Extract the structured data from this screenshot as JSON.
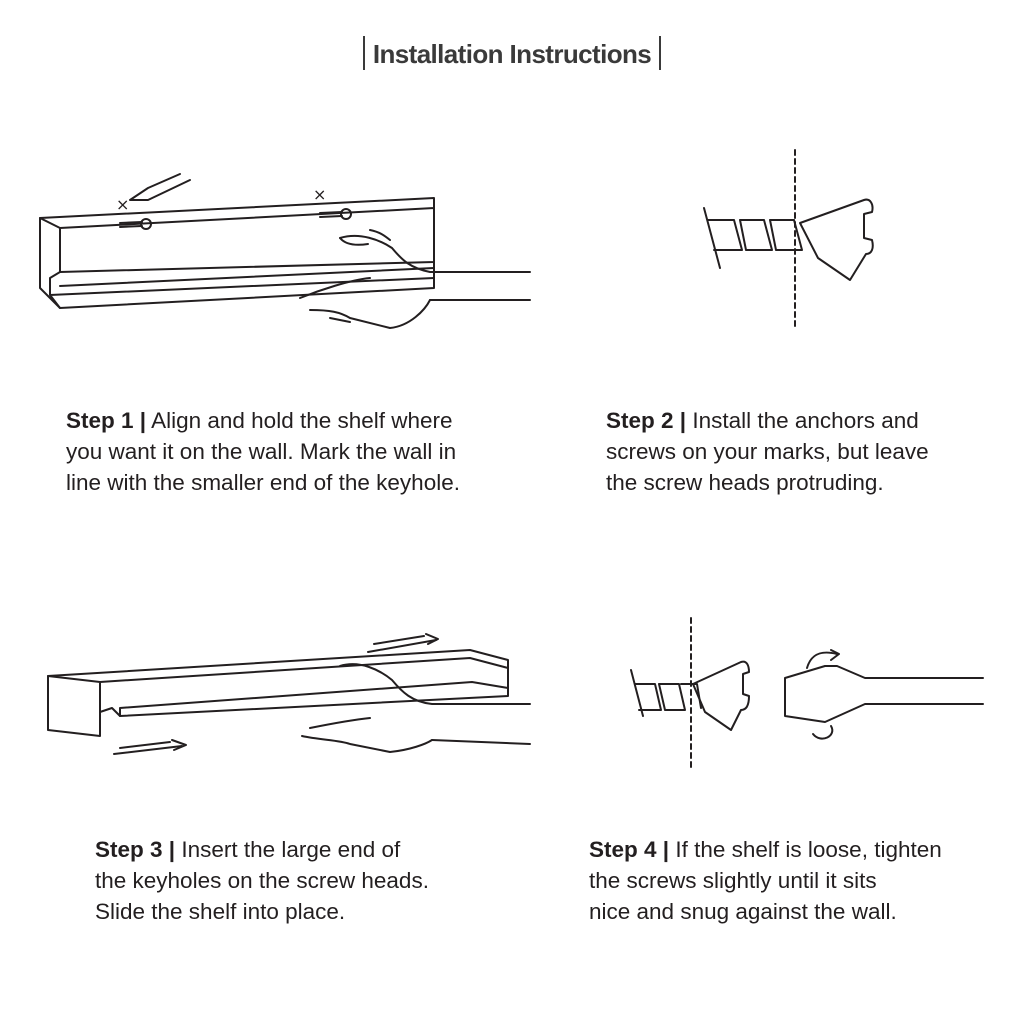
{
  "header": {
    "title": "Installation Instructions"
  },
  "steps": [
    {
      "label": "Step 1 |",
      "lines": [
        "Align and hold the shelf where",
        "you want it on the wall. Mark the wall in",
        "line with the smaller end of the keyhole."
      ]
    },
    {
      "label": "Step 2 |",
      "lines": [
        "Install the anchors and",
        "screws on your marks, but leave",
        "the screw heads protruding."
      ]
    },
    {
      "label": "Step 3 |",
      "lines": [
        "Insert the large end of",
        "the keyholes on the screw heads.",
        "Slide the shelf into place."
      ]
    },
    {
      "label": "Step 4 |",
      "lines": [
        "If the shelf is loose, tighten",
        "the screws slightly until it sits",
        "nice and snug against the wall."
      ]
    }
  ],
  "marks": {
    "wall_mark": "×"
  }
}
